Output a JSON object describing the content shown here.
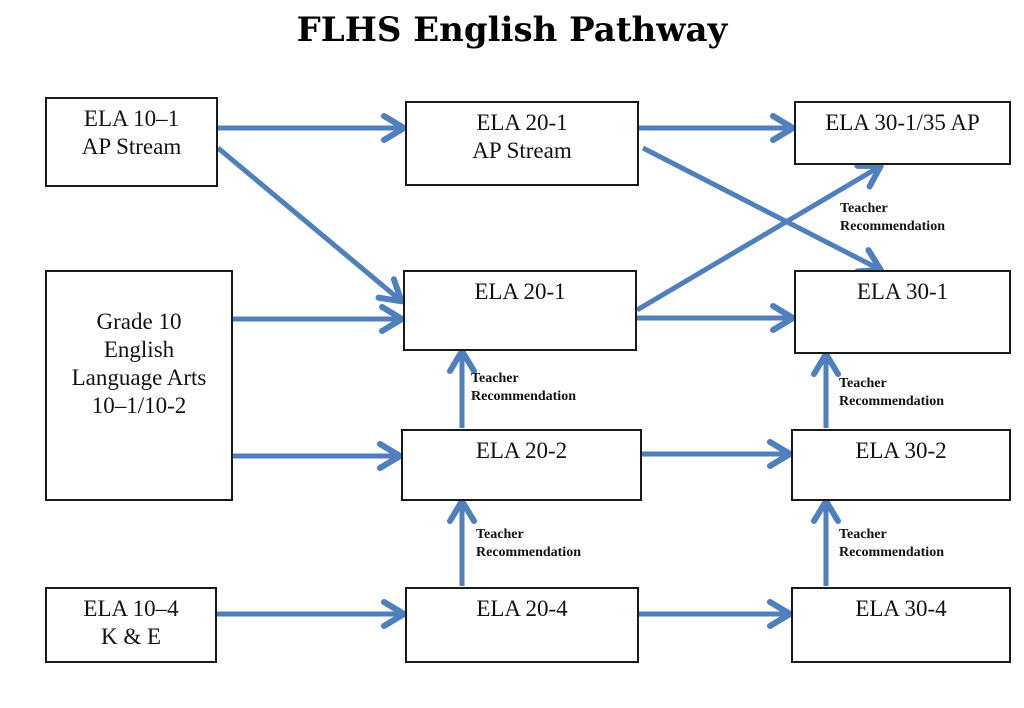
{
  "title": "FLHS English Pathway",
  "arrow_color": "#4f7fbd",
  "nodes": {
    "ela10_1_ap": {
      "lines": [
        "ELA 10–1",
        "AP Stream"
      ]
    },
    "ela20_1_ap": {
      "lines": [
        "ELA 20-1",
        "AP Stream"
      ]
    },
    "ela30_1_35_ap": {
      "lines": [
        "ELA 30-1/35 AP"
      ]
    },
    "grade10": {
      "lines": [
        "Grade 10",
        "English",
        "Language Arts",
        "10–1/10-2"
      ]
    },
    "ela20_1": {
      "lines": [
        "ELA 20-1"
      ]
    },
    "ela30_1": {
      "lines": [
        "ELA 30-1"
      ]
    },
    "ela20_2": {
      "lines": [
        "ELA 20-2"
      ]
    },
    "ela30_2": {
      "lines": [
        "ELA 30-2"
      ]
    },
    "ela10_4": {
      "lines": [
        "ELA 10–4",
        "K & E"
      ]
    },
    "ela20_4": {
      "lines": [
        "ELA 20-4"
      ]
    },
    "ela30_4": {
      "lines": [
        "ELA 30-4"
      ]
    }
  },
  "notes": {
    "rec_to_30_1_35_ap": {
      "lines": [
        "Teacher",
        "Recommendation"
      ]
    },
    "rec_20_2_to_20_1": {
      "lines": [
        "Teacher",
        "Recommendation"
      ]
    },
    "rec_30_2_to_30_1": {
      "lines": [
        "Teacher",
        "Recommendation"
      ]
    },
    "rec_20_4_to_20_2": {
      "lines": [
        "Teacher",
        "Recommendation"
      ]
    },
    "rec_30_4_to_30_2": {
      "lines": [
        "Teacher",
        "Recommendation"
      ]
    }
  },
  "edges": [
    {
      "from": "ela10_1_ap",
      "to": "ela20_1_ap"
    },
    {
      "from": "ela10_1_ap",
      "to": "ela20_1"
    },
    {
      "from": "ela20_1_ap",
      "to": "ela30_1_35_ap"
    },
    {
      "from": "ela20_1_ap",
      "to": "ela30_1"
    },
    {
      "from": "grade10",
      "to": "ela20_1"
    },
    {
      "from": "grade10",
      "to": "ela20_2"
    },
    {
      "from": "ela20_1",
      "to": "ela30_1_35_ap",
      "label": "Teacher Recommendation"
    },
    {
      "from": "ela20_1",
      "to": "ela30_1"
    },
    {
      "from": "ela20_2",
      "to": "ela20_1",
      "label": "Teacher Recommendation"
    },
    {
      "from": "ela20_2",
      "to": "ela30_2"
    },
    {
      "from": "ela30_2",
      "to": "ela30_1",
      "label": "Teacher Recommendation"
    },
    {
      "from": "ela10_4",
      "to": "ela20_4"
    },
    {
      "from": "ela20_4",
      "to": "ela20_2",
      "label": "Teacher Recommendation"
    },
    {
      "from": "ela20_4",
      "to": "ela30_4"
    },
    {
      "from": "ela30_4",
      "to": "ela30_2",
      "label": "Teacher Recommendation"
    }
  ]
}
